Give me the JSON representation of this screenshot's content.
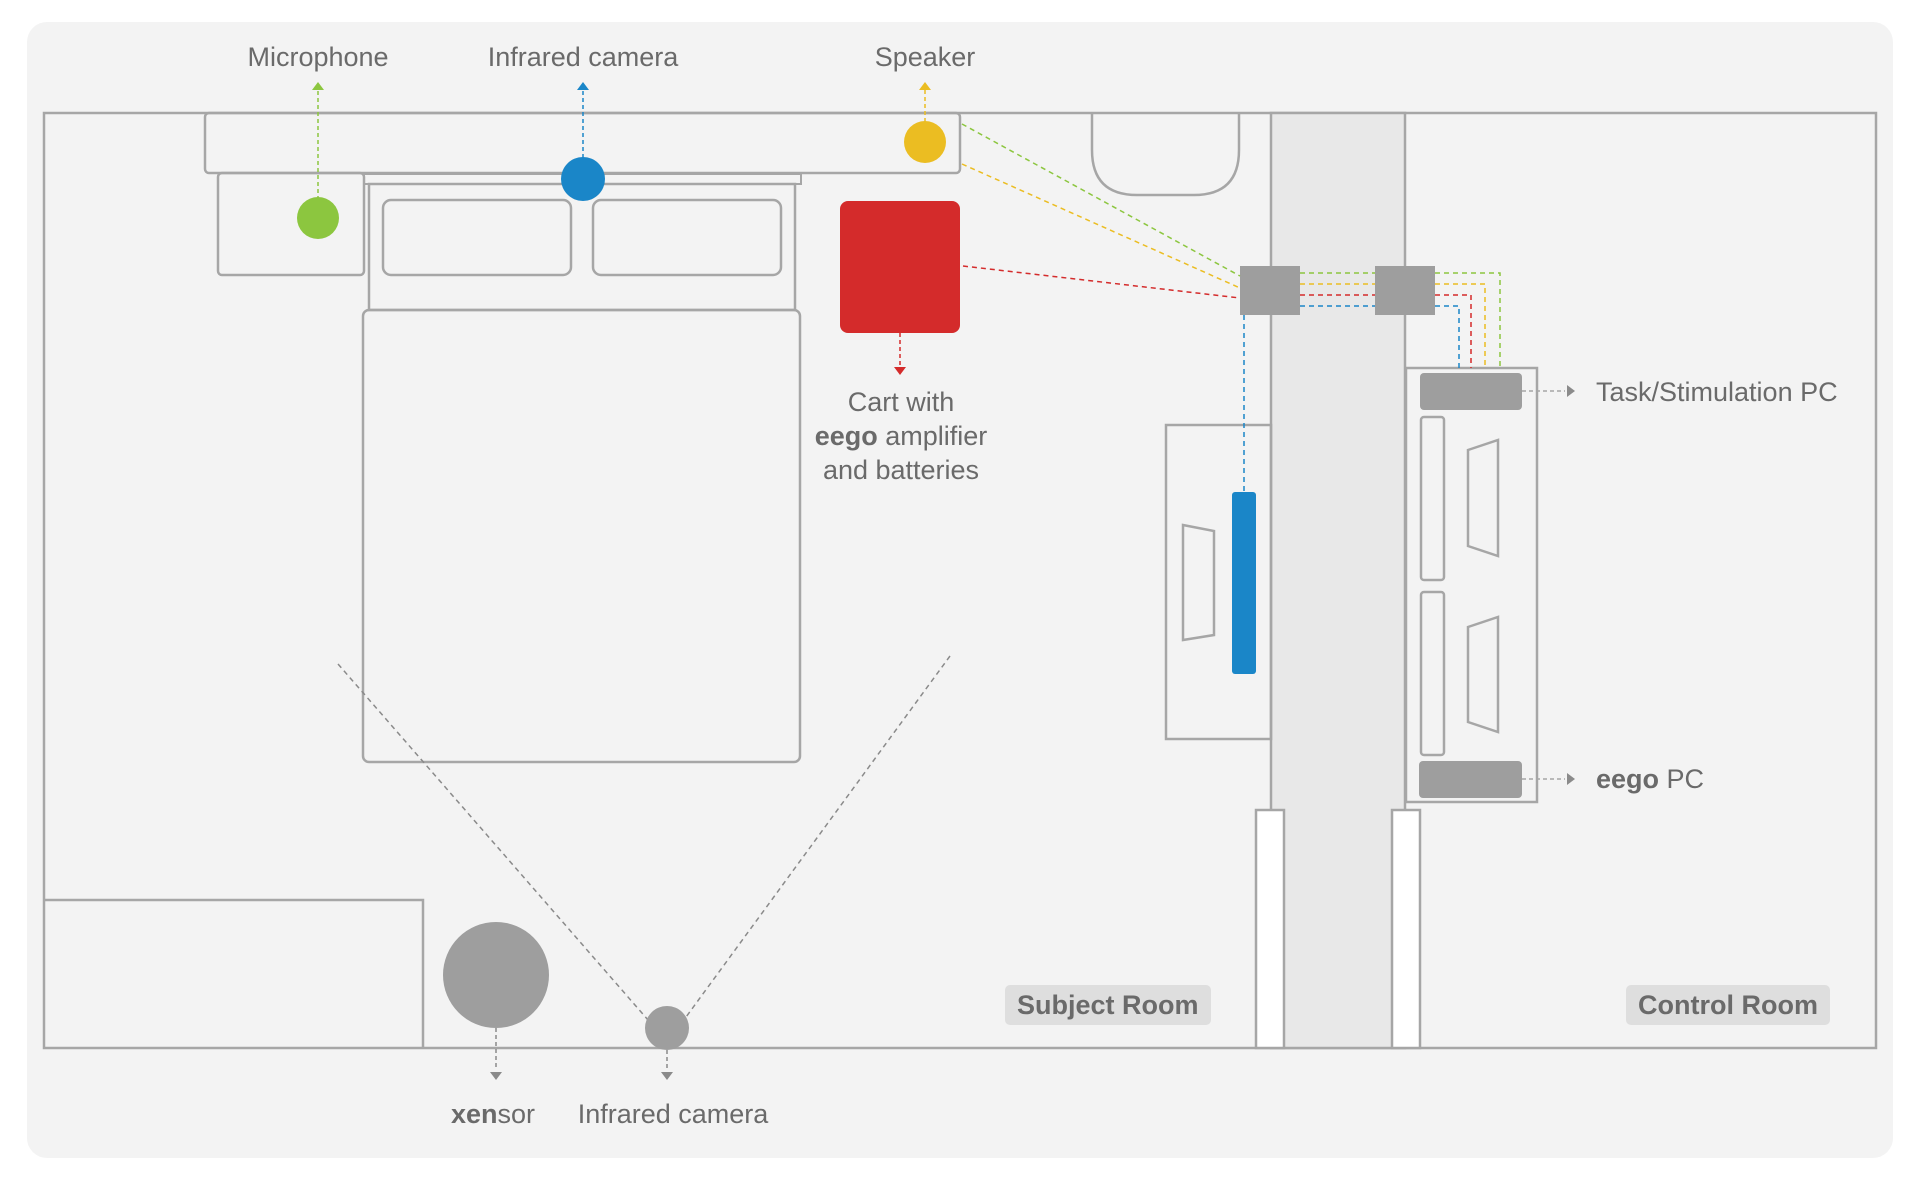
{
  "labels": {
    "microphone": "Microphone",
    "infrared_camera_top": "Infrared camera",
    "speaker": "Speaker",
    "cart_line1": "Cart with",
    "cart_line2_bold": "eego",
    "cart_line2_rest": " amplifier",
    "cart_line3": "and batteries",
    "task_pc": "Task/Stimulation PC",
    "eego_pc_bold": "eego",
    "eego_pc_rest": " PC",
    "xensor_bold": "xen",
    "xensor_rest": "sor",
    "infrared_camera_bottom": "Infrared camera"
  },
  "rooms": {
    "subject_room": "Subject Room",
    "control_room": "Control Room"
  },
  "colors": {
    "microphone": "#8cc63f",
    "infrared_camera": "#1a86c8",
    "speaker": "#ebbd22",
    "cart": "#d42b2b",
    "equipment_gray": "#9e9e9e",
    "outline": "#a6a6a6",
    "background": "#f3f3f3"
  }
}
